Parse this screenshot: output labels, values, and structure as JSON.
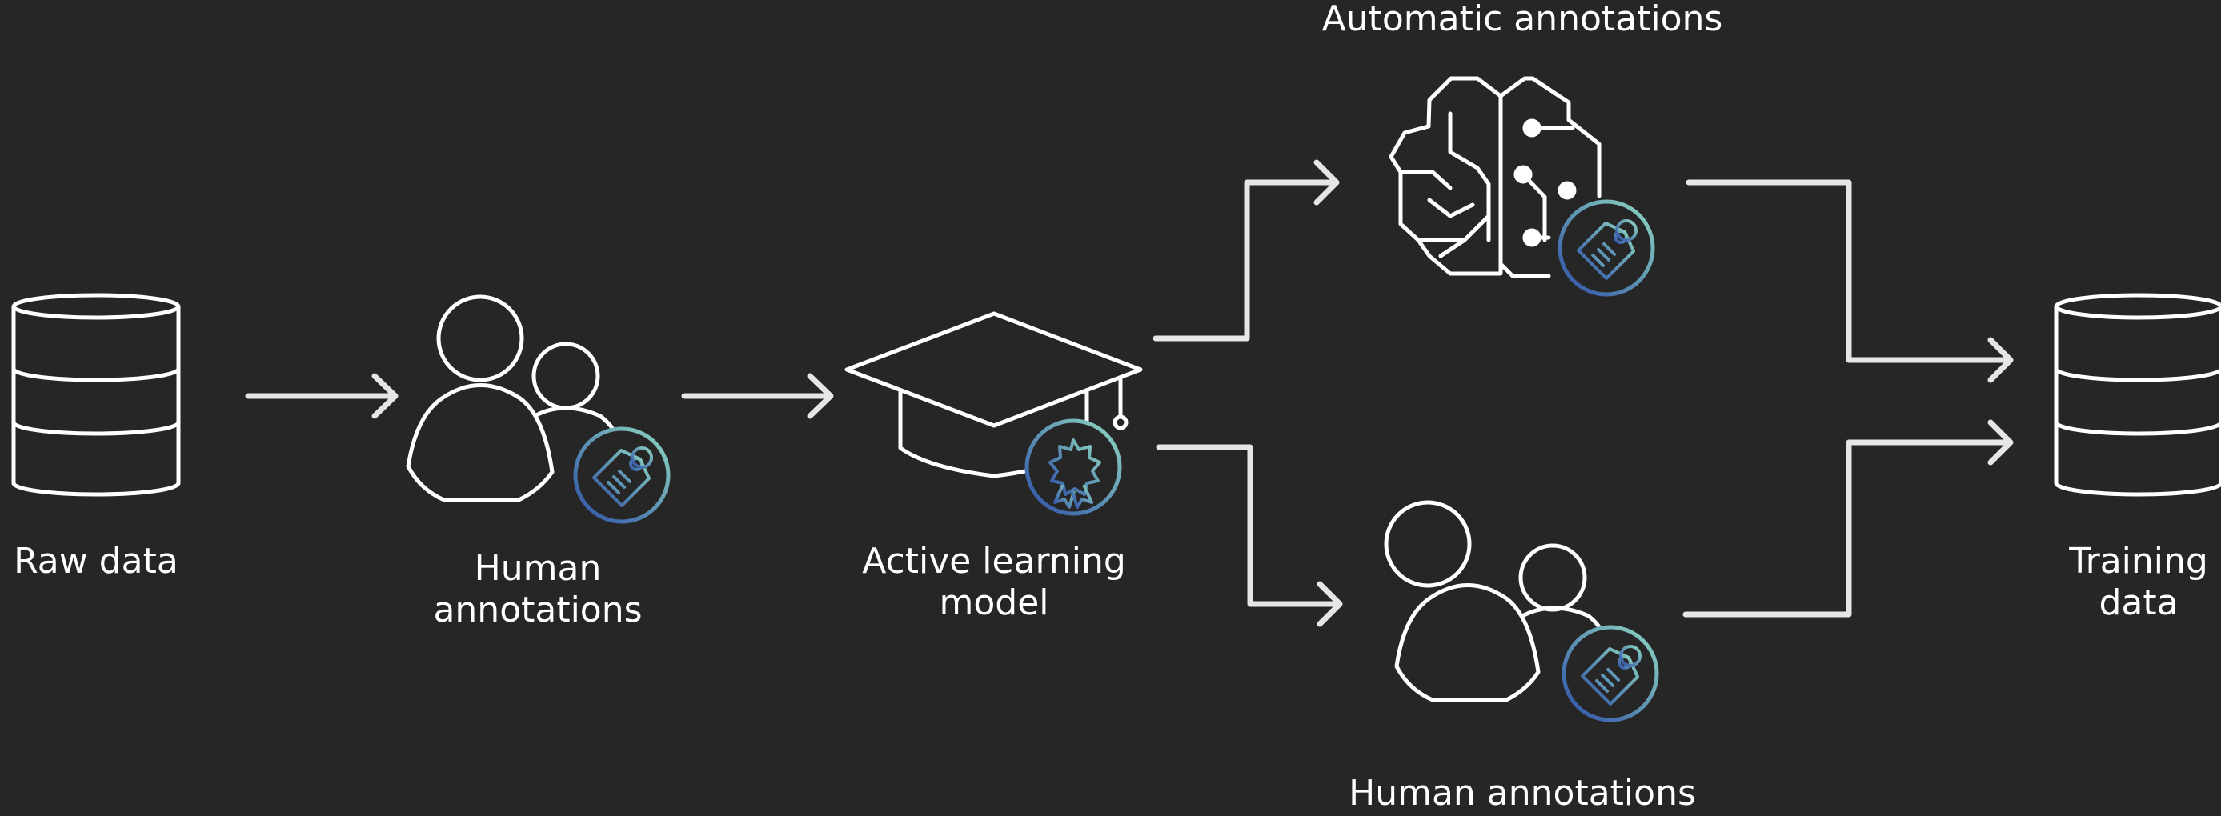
{
  "theme": {
    "background": "#262626",
    "stroke": "#ffffff",
    "badge_gradient": [
      "#2e4fa8",
      "#8fd9c1"
    ]
  },
  "nodes": {
    "raw_data": {
      "label": "Raw data",
      "icon": "database-icon"
    },
    "human_annotations_first": {
      "label_line1": "Human",
      "label_line2": "annotations",
      "icon": "people-icon",
      "badge": "tag-icon"
    },
    "active_learning_model": {
      "label_line1": "Active learning",
      "label_line2": "model",
      "icon": "graduation-cap-icon",
      "badge": "award-seal-icon"
    },
    "automatic_annotations": {
      "label": "Automatic annotations",
      "icon": "brain-circuit-icon",
      "badge": "tag-icon"
    },
    "human_annotations_second": {
      "label": "Human annotations",
      "icon": "people-icon",
      "badge": "tag-icon"
    },
    "training_data": {
      "label_line1": "Training",
      "label_line2": "data",
      "icon": "database-icon"
    }
  }
}
